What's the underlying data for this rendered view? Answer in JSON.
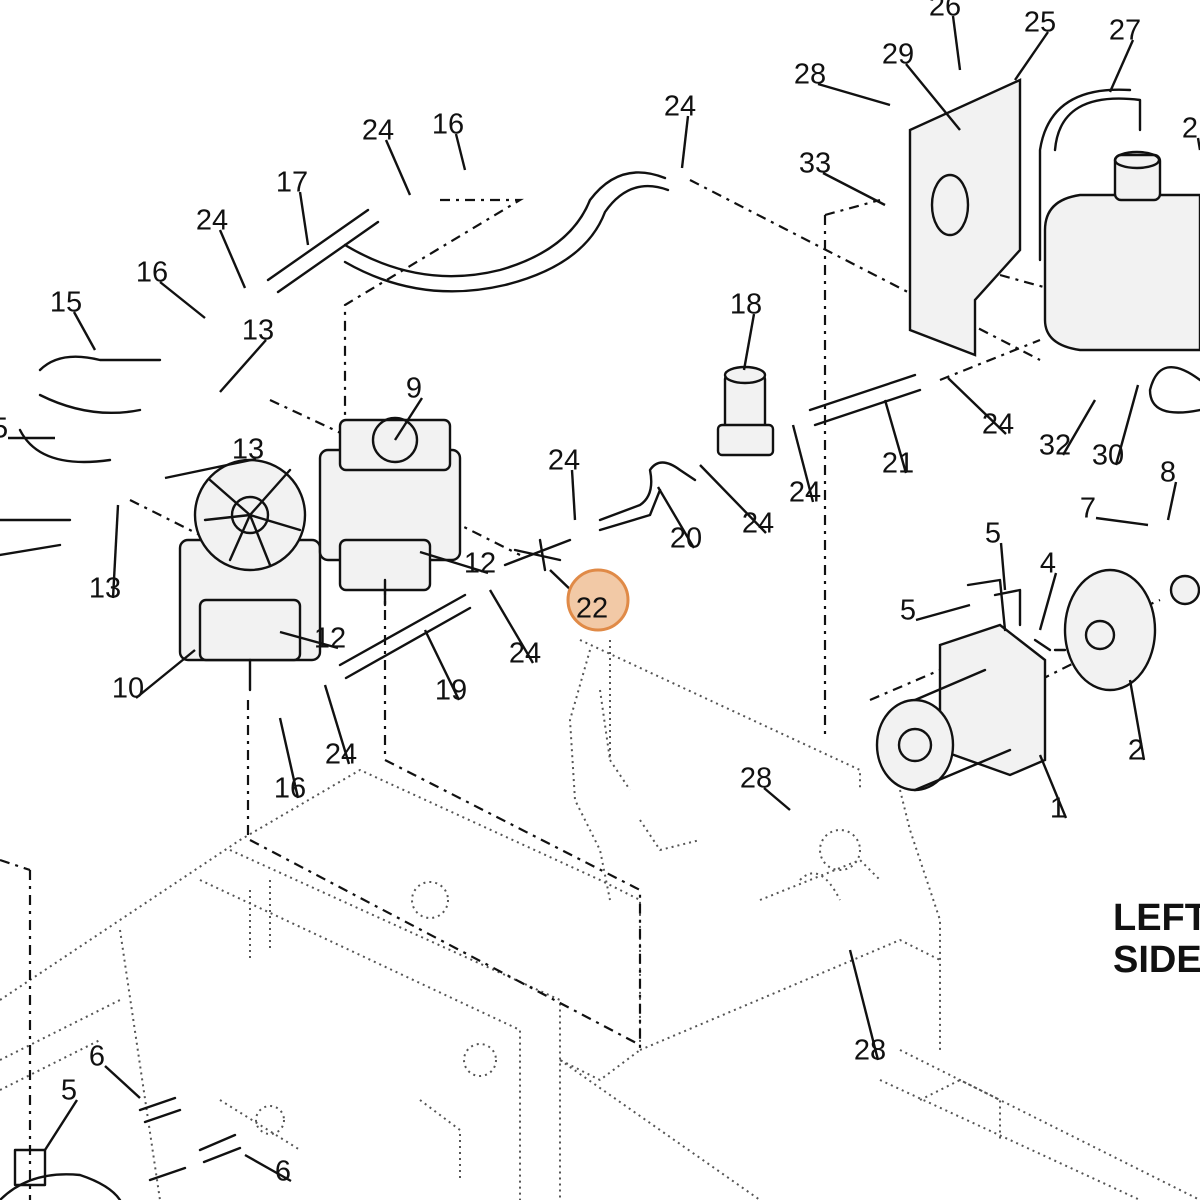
{
  "view_label": [
    "LEFT",
    "SIDE"
  ],
  "highlighted_callout": "22",
  "highlight_color": "#e08a47",
  "callouts": [
    {
      "label": "26"
    },
    {
      "label": "25"
    },
    {
      "label": "27"
    },
    {
      "label": "28"
    },
    {
      "label": "29"
    },
    {
      "label": "2"
    },
    {
      "label": "33"
    },
    {
      "label": "24"
    },
    {
      "label": "24"
    },
    {
      "label": "16"
    },
    {
      "label": "17"
    },
    {
      "label": "24"
    },
    {
      "label": "16"
    },
    {
      "label": "15"
    },
    {
      "label": "13"
    },
    {
      "label": "5"
    },
    {
      "label": "9"
    },
    {
      "label": "18"
    },
    {
      "label": "24"
    },
    {
      "label": "21"
    },
    {
      "label": "32"
    },
    {
      "label": "30"
    },
    {
      "label": "13"
    },
    {
      "label": "24"
    },
    {
      "label": "24"
    },
    {
      "label": "24"
    },
    {
      "label": "20"
    },
    {
      "label": "7"
    },
    {
      "label": "8"
    },
    {
      "label": "13"
    },
    {
      "label": "12"
    },
    {
      "label": "5"
    },
    {
      "label": "4"
    },
    {
      "label": "22"
    },
    {
      "label": "5"
    },
    {
      "label": "12"
    },
    {
      "label": "24"
    },
    {
      "label": "19"
    },
    {
      "label": "10"
    },
    {
      "label": "2"
    },
    {
      "label": "24"
    },
    {
      "label": "16"
    },
    {
      "label": "28"
    },
    {
      "label": "1"
    },
    {
      "label": "28"
    },
    {
      "label": "6"
    },
    {
      "label": "5"
    },
    {
      "label": "6"
    }
  ]
}
